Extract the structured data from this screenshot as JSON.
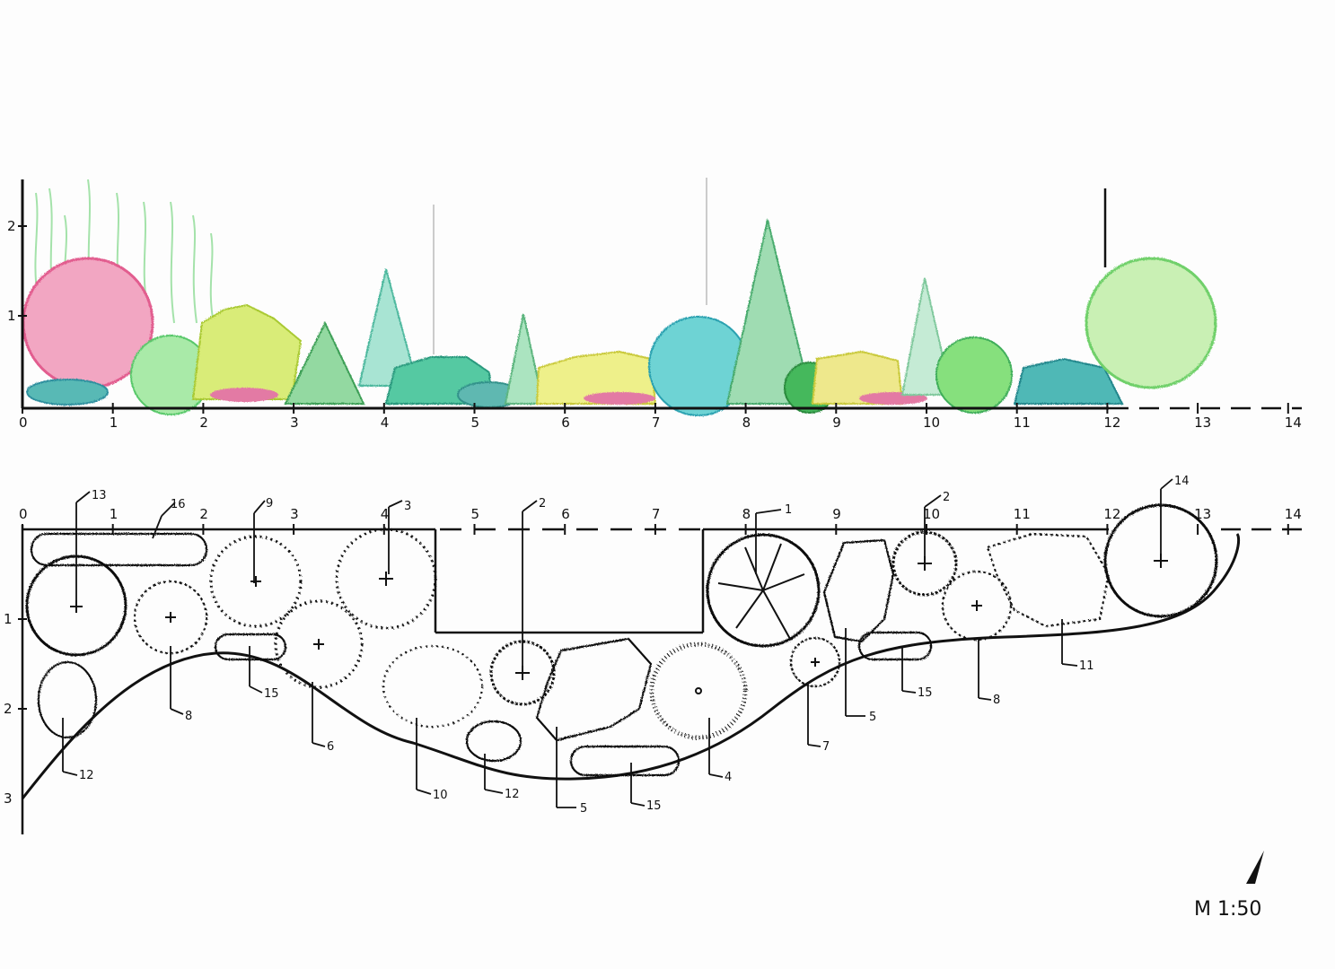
{
  "elevation": {
    "x_axis_ticks": [
      "0",
      "1",
      "2",
      "3",
      "4",
      "5",
      "6",
      "7",
      "8",
      "9",
      "10",
      "11",
      "12",
      "13",
      "14"
    ],
    "y_axis_ticks": [
      "1",
      "2"
    ]
  },
  "plan": {
    "x_axis_ticks": [
      "0",
      "1",
      "2",
      "3",
      "4",
      "5",
      "6",
      "7",
      "8",
      "9",
      "10",
      "11",
      "12",
      "13",
      "14"
    ],
    "y_axis_ticks": [
      "1",
      "2",
      "3"
    ],
    "labels": [
      {
        "id": "13",
        "text": "13"
      },
      {
        "id": "16",
        "text": "16"
      },
      {
        "id": "9",
        "text": "9"
      },
      {
        "id": "3",
        "text": "3"
      },
      {
        "id": "2a",
        "text": "2"
      },
      {
        "id": "1",
        "text": "1"
      },
      {
        "id": "2b",
        "text": "2"
      },
      {
        "id": "14",
        "text": "14"
      },
      {
        "id": "8a",
        "text": "8"
      },
      {
        "id": "15a",
        "text": "15"
      },
      {
        "id": "6",
        "text": "6"
      },
      {
        "id": "12a",
        "text": "12"
      },
      {
        "id": "10",
        "text": "10"
      },
      {
        "id": "12b",
        "text": "12"
      },
      {
        "id": "5a",
        "text": "5"
      },
      {
        "id": "15b",
        "text": "15"
      },
      {
        "id": "4",
        "text": "4"
      },
      {
        "id": "7",
        "text": "7"
      },
      {
        "id": "5b",
        "text": "5"
      },
      {
        "id": "15c",
        "text": "15"
      },
      {
        "id": "8b",
        "text": "8"
      },
      {
        "id": "11",
        "text": "11"
      }
    ]
  },
  "scale_label": "M 1:50",
  "north_arrow": "north-arrow-icon",
  "colors": {
    "pink": "#e8749a",
    "light_green": "#7fd88a",
    "yellow_green": "#c9e24a",
    "dark_green": "#3fae5a",
    "teal": "#3fb7a8",
    "turquoise": "#4cc6c2",
    "yellow": "#e6e24f",
    "grass": "#9ee0a3"
  }
}
